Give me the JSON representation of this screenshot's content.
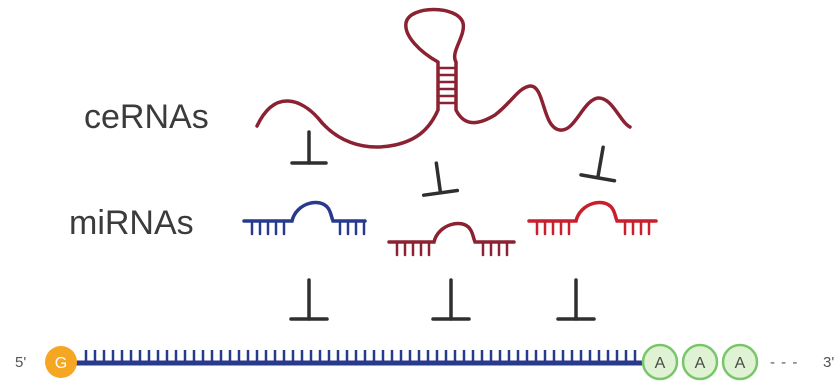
{
  "labels": {
    "cerna": "ceRNAs",
    "mirna": "miRNAs",
    "five_prime": "5'",
    "three_prime": "3'",
    "cap": "G",
    "poly_a": [
      "A",
      "A",
      "A"
    ],
    "tail_dashes": "- - -"
  },
  "colors": {
    "cerna": "#8b2232",
    "mirna_blue": "#283a8c",
    "mirna_maroon": "#8b2232",
    "mirna_red": "#c91f2c",
    "mrna": "#283a8c",
    "cap_fill": "#f5a623",
    "poly_a_fill": "#dff3d4",
    "poly_a_stroke": "#78c56a",
    "inhibit": "#2f2f2f",
    "label_text": "#3b3b3b"
  }
}
